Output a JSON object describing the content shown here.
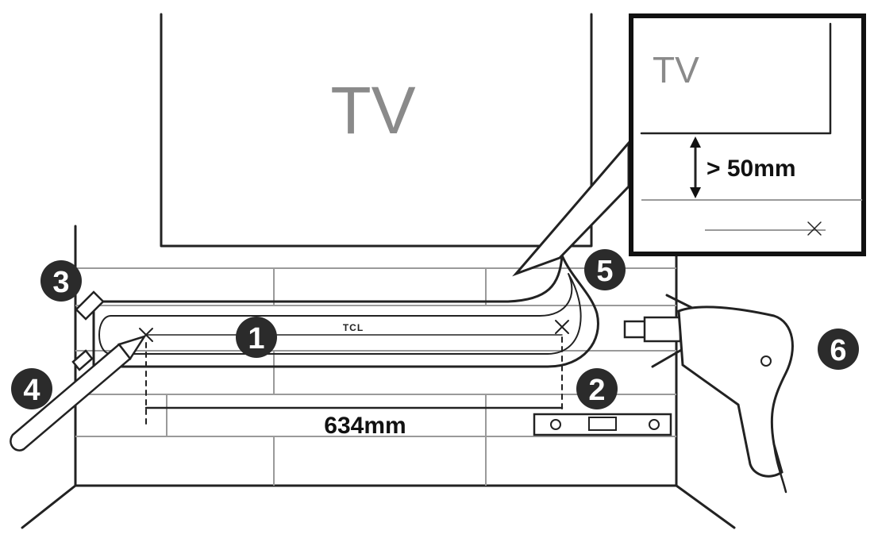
{
  "diagram": {
    "tv_label": "TV",
    "inset_tv_label": "TV",
    "gap_label": "> 50mm",
    "width_label": "634mm",
    "brand_label": "TCL",
    "steps": [
      "1",
      "2",
      "3",
      "4",
      "5",
      "6"
    ],
    "colors": {
      "line": "#222222",
      "tv_text": "#8a8a8a",
      "step_circle": "#2b2b2b",
      "brick": "#9a9a9a"
    }
  }
}
